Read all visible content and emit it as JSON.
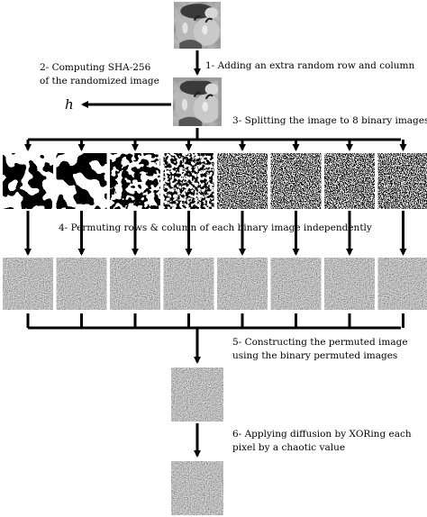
{
  "steps": {
    "step1": "1- Adding an extra random row and column",
    "step2_line1": "2- Computing SHA-256",
    "step2_line2": "of the randomized image",
    "step3": "3- Splitting the image to 8 binary images",
    "step4": "4- Permuting rows & column of each binary image independently",
    "step5_line1": "5- Constructing the permuted image",
    "step5_line2": "using the binary permuted images",
    "step6_line1": "6- Applying diffusion by XORing each",
    "step6_line2": "pixel by a chaotic value"
  },
  "hash_symbol": "h",
  "images": {
    "original": "peppers-image",
    "randomized": "randomized-peppers-image",
    "bit_planes_count": 8,
    "permuted_planes_count": 8,
    "permuted_image": "permuted-noise-image",
    "encrypted_image": "encrypted-noise-image"
  }
}
